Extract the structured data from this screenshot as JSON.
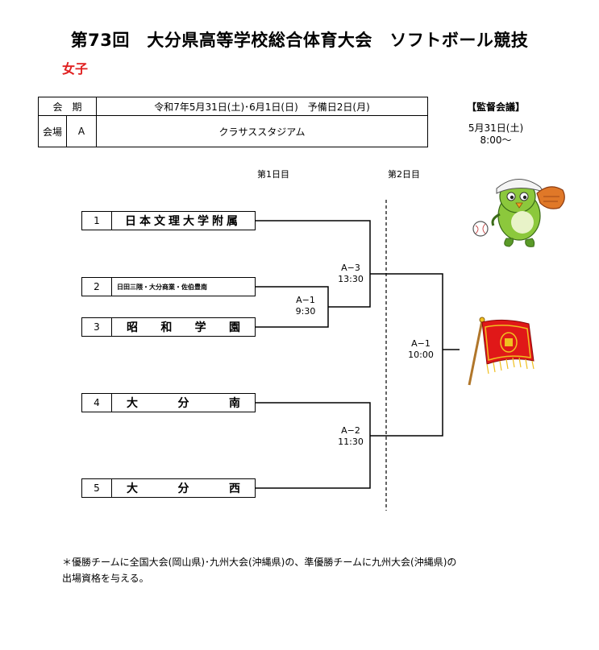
{
  "header": {
    "title": "第73回　大分県高等学校総合体育大会　ソフトボール競技",
    "subtitle": "女子"
  },
  "info": {
    "period_label": "会　期",
    "period_value": "令和7年5月31日(土)･6月1日(日)　予備日2日(月)",
    "venue_label": "会場",
    "venue_code": "A",
    "venue_value": "クラサススタジアム"
  },
  "meeting": {
    "heading": "【監督会議】",
    "date": "5月31日(土)",
    "time": "8:00～"
  },
  "bracket": {
    "day1": "第1日目",
    "day2": "第2日目",
    "teams": [
      {
        "num": "1",
        "name": "日本文理大学附属"
      },
      {
        "num": "2",
        "name": "日田三隈・大分商業・佐伯豊南"
      },
      {
        "num": "3",
        "name": [
          "昭",
          "和",
          "学",
          "園"
        ]
      },
      {
        "num": "4",
        "name": [
          "大",
          "分",
          "南"
        ]
      },
      {
        "num": "5",
        "name": [
          "大",
          "分",
          "西"
        ]
      }
    ],
    "games": {
      "g_a1_day1": {
        "id": "A−1",
        "time": "9:30"
      },
      "g_a3": {
        "id": "A−3",
        "time": "13:30"
      },
      "g_a2": {
        "id": "A−2",
        "time": "11:30"
      },
      "g_final": {
        "id": "A−1",
        "time": "10:00"
      }
    }
  },
  "footnote": {
    "line1": "＊優勝チームに全国大会(岡山県)･九州大会(沖縄県)の、準優勝チームに九州大会(沖縄県)の",
    "line2": "出場資格を与える。"
  },
  "colors": {
    "subtitle": "#e02020",
    "flag_red": "#e01818",
    "flag_gold": "#f0c020",
    "mascot_green": "#8cc83c",
    "mascot_glove": "#e07828"
  },
  "icons": [
    "mascot-bird-icon",
    "championship-flag-icon"
  ]
}
